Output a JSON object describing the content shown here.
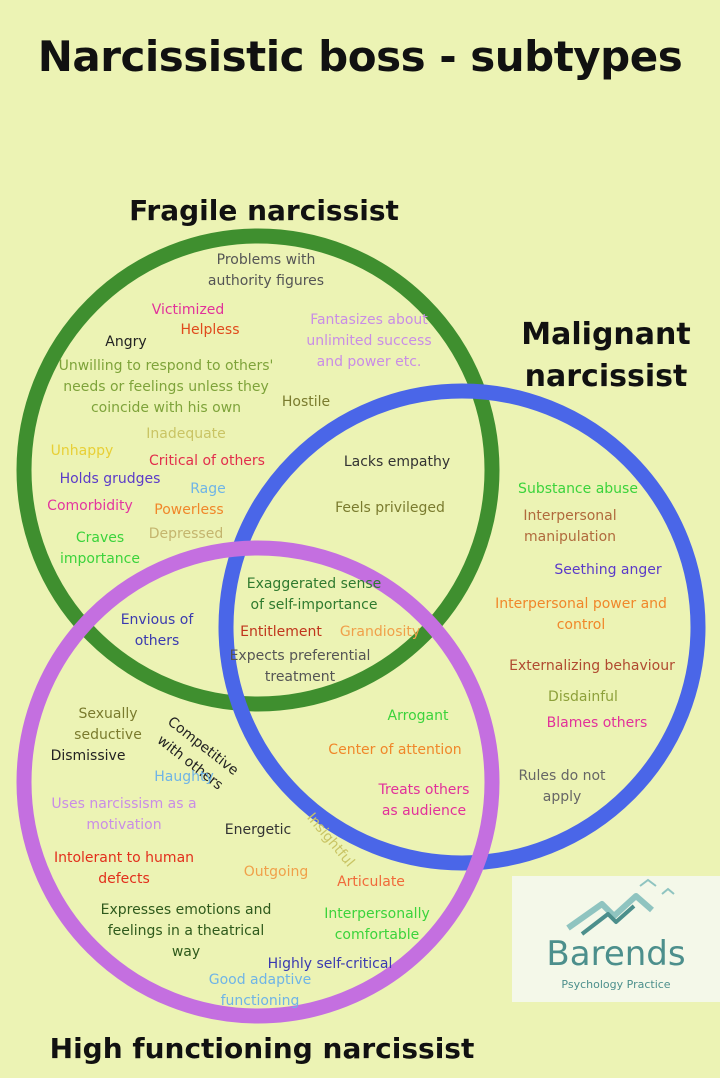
{
  "title": "Narcissistic boss - subtypes",
  "colors": {
    "background": "#ecf3b4",
    "fragile": "#3f8f2f",
    "malignant": "#4a66e8",
    "high_functioning": "#c46fe0"
  },
  "sets": {
    "fragile": "Fragile narcissist",
    "malignant_line1": "Malignant",
    "malignant_line2": "narcissist",
    "high_functioning": "High functioning narcissist"
  },
  "traits": [
    {
      "id": "problems-with-authority-figures",
      "lines": [
        "Problems with",
        "authority figures"
      ],
      "color": "#555555"
    },
    {
      "id": "victimized",
      "lines": [
        "Victimized"
      ],
      "color": "#e2319a"
    },
    {
      "id": "helpless",
      "lines": [
        "Helpless"
      ],
      "color": "#e04a1c"
    },
    {
      "id": "angry",
      "lines": [
        "Angry"
      ],
      "color": "#222222"
    },
    {
      "id": "fantasizes",
      "lines": [
        "Fantasizes about",
        "unlimited success",
        "and power etc."
      ],
      "color": "#c98de6"
    },
    {
      "id": "unwilling-to-respond",
      "lines": [
        "Unwilling to respond to others'",
        "needs or feelings unless they",
        "coincide with his own"
      ],
      "color": "#7ea33a"
    },
    {
      "id": "hostile",
      "lines": [
        "Hostile"
      ],
      "color": "#7a7b2e"
    },
    {
      "id": "unhappy",
      "lines": [
        "Unhappy"
      ],
      "color": "#e8cf35"
    },
    {
      "id": "inadequate",
      "lines": [
        "Inadequate"
      ],
      "color": "#c9c464"
    },
    {
      "id": "critical-of-others",
      "lines": [
        "Critical of others"
      ],
      "color": "#e22f4c"
    },
    {
      "id": "holds-grudges",
      "lines": [
        "Holds grudges"
      ],
      "color": "#5b3bc9"
    },
    {
      "id": "rage",
      "lines": [
        "Rage"
      ],
      "color": "#6fb4e6"
    },
    {
      "id": "comorbidity",
      "lines": [
        "Comorbidity"
      ],
      "color": "#e3369f"
    },
    {
      "id": "powerless",
      "lines": [
        "Powerless"
      ],
      "color": "#f0872a"
    },
    {
      "id": "craves-importance",
      "lines": [
        "Craves",
        "importance"
      ],
      "color": "#3bd33b"
    },
    {
      "id": "depressed",
      "lines": [
        "Depressed"
      ],
      "color": "#c4b56e"
    },
    {
      "id": "lacks-empathy",
      "lines": [
        "Lacks empathy"
      ],
      "color": "#333333"
    },
    {
      "id": "feels-privileged",
      "lines": [
        "Feels privileged"
      ],
      "color": "#7a7b2e"
    },
    {
      "id": "substance-abuse",
      "lines": [
        "Substance abuse"
      ],
      "color": "#3bd33b"
    },
    {
      "id": "interpersonal-manipulation",
      "lines": [
        "Interpersonal",
        "manipulation"
      ],
      "color": "#b06a3c"
    },
    {
      "id": "seething-anger",
      "lines": [
        "Seething anger"
      ],
      "color": "#5b3bc9"
    },
    {
      "id": "interpersonal-power",
      "lines": [
        "Interpersonal power and",
        "control"
      ],
      "color": "#f0872a"
    },
    {
      "id": "externalizing-behaviour",
      "lines": [
        "Externalizing behaviour"
      ],
      "color": "#b04a30"
    },
    {
      "id": "disdainful",
      "lines": [
        "Disdainful"
      ],
      "color": "#8da03a"
    },
    {
      "id": "blames-others",
      "lines": [
        "Blames others"
      ],
      "color": "#e2319a"
    },
    {
      "id": "rules-do-not-apply",
      "lines": [
        "Rules do not",
        "apply"
      ],
      "color": "#666666"
    },
    {
      "id": "exaggerated-sense",
      "lines": [
        "Exaggerated sense",
        "of self-importance"
      ],
      "color": "#2f7a2f"
    },
    {
      "id": "envious-of-others",
      "lines": [
        "Envious of",
        "others"
      ],
      "color": "#3a3ab0"
    },
    {
      "id": "entitlement",
      "lines": [
        "Entitlement"
      ],
      "color": "#c0351c"
    },
    {
      "id": "grandiosity",
      "lines": [
        "Grandiosity"
      ],
      "color": "#f0a04a"
    },
    {
      "id": "expects-preferential",
      "lines": [
        "Expects preferential",
        "treatment"
      ],
      "color": "#555555"
    },
    {
      "id": "arrogant",
      "lines": [
        "Arrogant"
      ],
      "color": "#3bd33b"
    },
    {
      "id": "center-of-attention",
      "lines": [
        "Center of attention"
      ],
      "color": "#f0872a"
    },
    {
      "id": "treats-others",
      "lines": [
        "Treats others",
        "as audience"
      ],
      "color": "#e2319a"
    },
    {
      "id": "sexually-seductive",
      "lines": [
        "Sexually",
        "seductive"
      ],
      "color": "#7a7b2e"
    },
    {
      "id": "dismissive",
      "lines": [
        "Dismissive"
      ],
      "color": "#222222"
    },
    {
      "id": "competitive",
      "lines": [
        "Competitive",
        "with others"
      ],
      "color": "#222222",
      "rot": "rot1"
    },
    {
      "id": "haughty",
      "lines": [
        "Haughty"
      ],
      "color": "#6fb4e6"
    },
    {
      "id": "uses-narcissism",
      "lines": [
        "Uses narcissism as a",
        "motivation"
      ],
      "color": "#c98de6"
    },
    {
      "id": "energetic",
      "lines": [
        "Energetic"
      ],
      "color": "#333333"
    },
    {
      "id": "insightful",
      "lines": [
        "Insightful"
      ],
      "color": "#c9c464",
      "rot": "rot2"
    },
    {
      "id": "intolerant",
      "lines": [
        "Intolerant to human",
        "defects"
      ],
      "color": "#e22f1c"
    },
    {
      "id": "outgoing",
      "lines": [
        "Outgoing"
      ],
      "color": "#f0a04a"
    },
    {
      "id": "articulate",
      "lines": [
        "Articulate"
      ],
      "color": "#f06a3a"
    },
    {
      "id": "expresses-emotions",
      "lines": [
        "Expresses emotions and",
        "feelings in a theatrical",
        "way"
      ],
      "color": "#2f5a1c"
    },
    {
      "id": "interpersonally-comfortable",
      "lines": [
        "Interpersonally",
        "comfortable"
      ],
      "color": "#3bd33b"
    },
    {
      "id": "highly-self-critical",
      "lines": [
        "Highly self-critical"
      ],
      "color": "#3a3ab0"
    },
    {
      "id": "good-adaptive",
      "lines": [
        "Good adaptive",
        "functioning"
      ],
      "color": "#6fb4e6"
    }
  ],
  "logo": {
    "name": "Barends",
    "subtitle": "Psychology Practice"
  }
}
